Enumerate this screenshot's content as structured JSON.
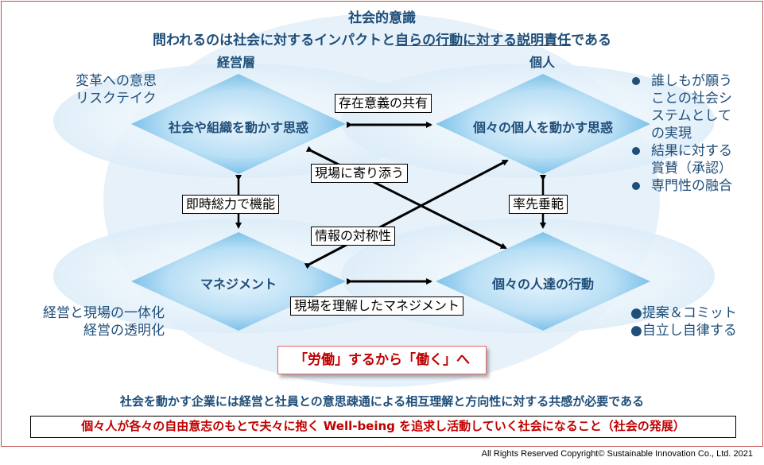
{
  "header": {
    "title": "社会的意識",
    "subtitle_part1": "問われるのは社会に対するインパクトと",
    "subtitle_part2": "自らの行動に対する説明責任",
    "subtitle_part3": "である"
  },
  "columns": {
    "left_heading": "経営層",
    "right_heading": "個人"
  },
  "diamonds": {
    "top_left": "社会や組織を動かす思惑",
    "top_right": "個々の個人を動かす思惑",
    "bottom_left": "マネジメント",
    "bottom_right": "個々の人達の行動"
  },
  "connectors": {
    "top": "存在意義の共有",
    "left": "即時総力で機能",
    "right": "率先垂範",
    "diagonal_upper": "現場に寄り添う",
    "diagonal_lower": "情報の対称性",
    "bottom": "現場を理解したマネジメント"
  },
  "side_notes": {
    "top_left": [
      "変革への意思",
      "リスクテイク"
    ],
    "top_right": [
      "誰しもが願うことの社会システムとしての実現",
      "結果に対する賞賛（承認）",
      "専門性の融合"
    ],
    "top_right_lines": [
      [
        "誰しもが願う",
        "ことの社会シ",
        "ステムとして",
        "の実現"
      ],
      [
        "結果に対する",
        "賞賛（承認）"
      ],
      [
        "専門性の融合"
      ]
    ],
    "bottom_left": [
      "経営と現場の一体化",
      "経営の透明化"
    ],
    "bottom_right": [
      "●提案＆コミット",
      "●自立し自律する"
    ]
  },
  "labor_box": "「労働」するから「働く」へ",
  "statement": "社会を動かす企業には経営と社員との意思疎通による相互理解と方向性に対する共感が必要である",
  "goal_box": "個々人が各々の自由意志のもとで夫々に抱く  Well-being  を追求し活動していく社会になること（社会の発展）",
  "copyright": "All Rights Reserved Copyright© Sustainable Innovation Co., Ltd.  2021",
  "colors": {
    "border": "#c0504d",
    "text_blue": "#1f4e79",
    "diamond_light": "#e6f3fc",
    "diamond_dark": "#7fc4ec",
    "ellipse": "#dcecf8",
    "accent_red": "#c00000"
  }
}
